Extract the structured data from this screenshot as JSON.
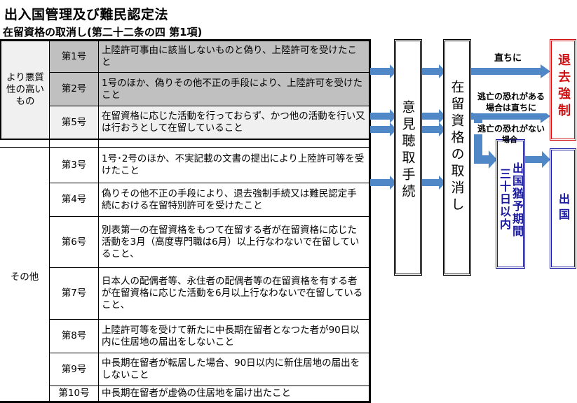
{
  "header": {
    "title": "出入国管理及び難民認定法",
    "subtitle": "在留資格の取消し(第二十二条の四 第1項)"
  },
  "table": {
    "group_high": {
      "label_line1": "より悪質",
      "label_line2": "性の高い",
      "label_line3": "もの",
      "rows": [
        {
          "num": "第1号",
          "desc": "上陸許可事由に該当しないものと偽り、上陸許可を受けたこと"
        },
        {
          "num": "第2号",
          "desc": "1号のほか、偽りその他不正の手段により、上陸許可を受けたこと"
        },
        {
          "num": "第5号",
          "desc": "在留資格に応じた活動を行っておらず、かつ他の活動を行い又は行おうとして在留していること"
        }
      ]
    },
    "group_other": {
      "label": "その他",
      "rows": [
        {
          "num": "第3号",
          "desc": "1号･2号のほか、不実記載の文書の提出により上陸許可等を受けたこと"
        },
        {
          "num": "第4号",
          "desc": "偽りその他不正の手段により、退去強制手続又は難民認定手続における在留特別許可を受けたこと"
        },
        {
          "num": "第6号",
          "desc": "別表第一の在留資格をもつて在留する者が在留資格に応じた活動を3月（高度専門職は6月）以上行なわないで在留していること、"
        },
        {
          "num": "第7号",
          "desc": "日本人の配偶者等、永住者の配偶者等の在留資格を有する者が在留資格に応じた活動を6月以上行なわないで在留していること、"
        },
        {
          "num": "第8号",
          "desc": "上陸許可等を受けて新たに中長期在留者となつた者が90日以内に住居地の届出をしないこと"
        },
        {
          "num": "第9号",
          "desc": "中長期在留者が転居した場合、90日以内に新住居地の届出をしないこと"
        },
        {
          "num": "第10号",
          "desc": "中長期在留者が虚偽の住居地を届け出たこと"
        }
      ]
    }
  },
  "flow": {
    "hearing_box": "意見聴取手続",
    "revocation_box": "在留資格の取消し",
    "deportation_box": "退去強制",
    "grace_box_col1": "出国猶予期間",
    "grace_box_col2": "三十日以内",
    "departure_box": "出国",
    "label_immediately": "直ちに",
    "label_flight_risk_line1": "逃亡の恐れがある",
    "label_flight_risk_line2": "場合は直ちに",
    "label_no_flight_risk_line1": "逃亡の恐れがない",
    "label_no_flight_risk_line2": "場合"
  },
  "colors": {
    "arrow": "#4f87c7",
    "deportation": "#d01010",
    "departure": "#1a1aa0",
    "shade_dark": "#c0c0c0",
    "shade_light": "#f0f0f0"
  }
}
